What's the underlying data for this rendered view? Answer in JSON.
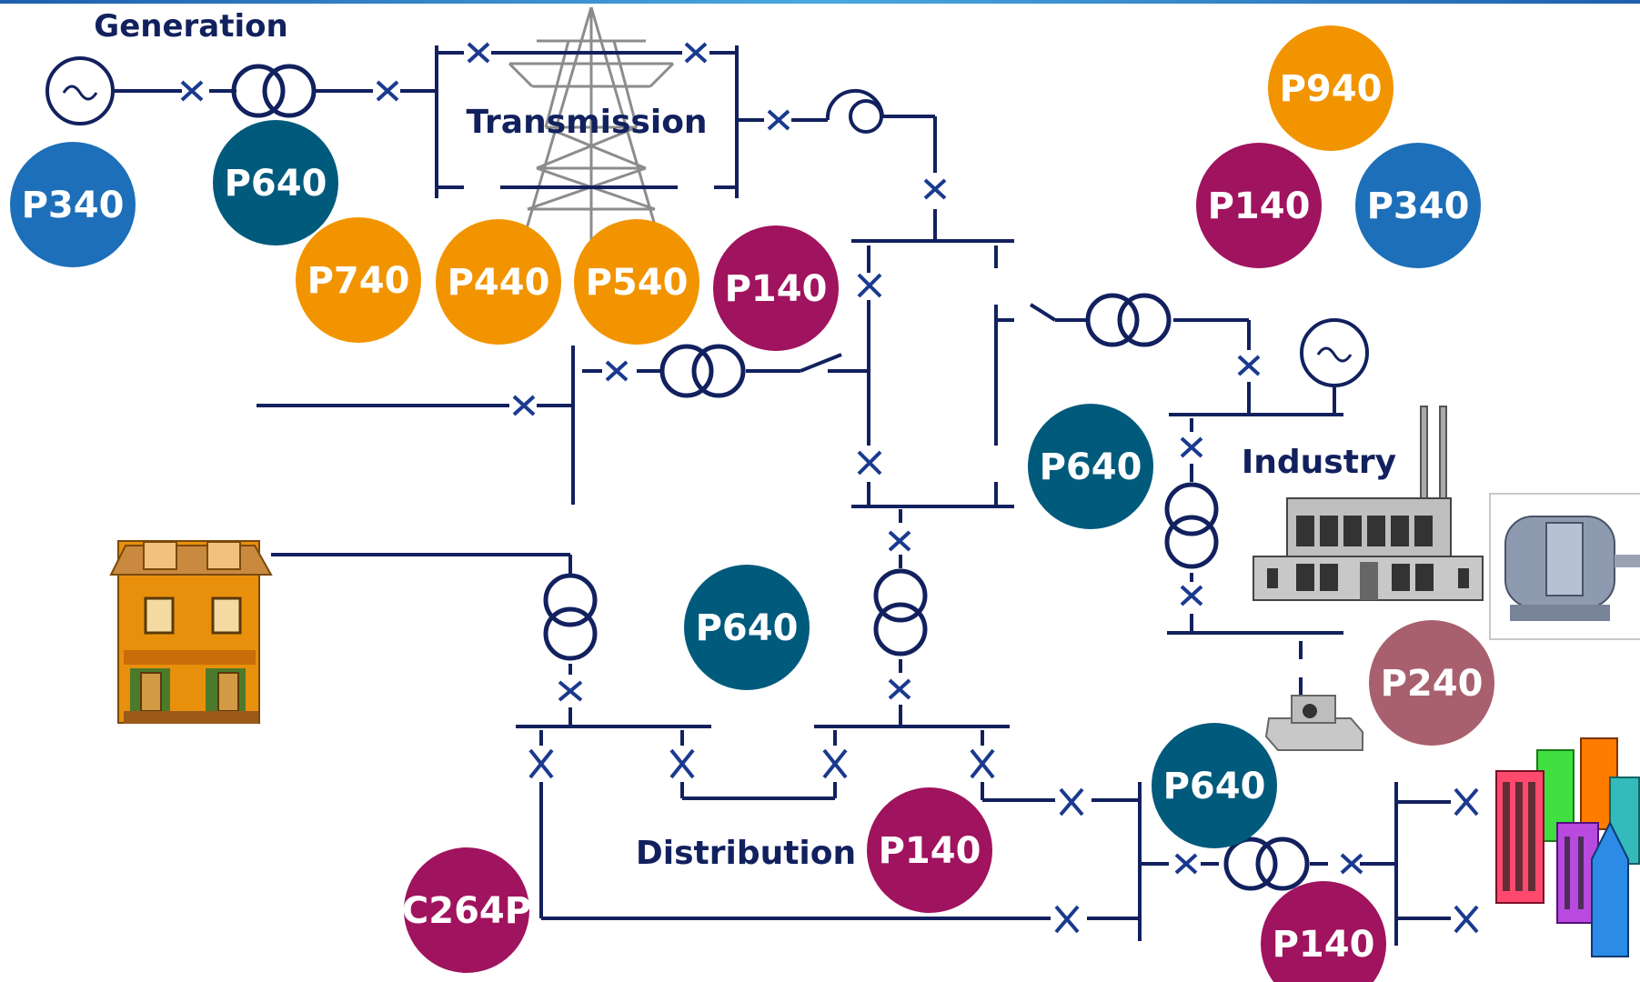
{
  "labels": {
    "generation": "Generation",
    "transmission": "Transmission",
    "industry": "Industry",
    "distribution": "Distribution"
  },
  "colors": {
    "line": "#12215e",
    "breaker": "#1a3a8f",
    "orange": "#f29400",
    "magenta": "#a0135e",
    "teal": "#005a7c",
    "blue": "#1c6fb8",
    "rose": "#a8606e"
  },
  "relays": [
    {
      "label": "P340",
      "color": "blue"
    },
    {
      "label": "P640",
      "color": "teal"
    },
    {
      "label": "P740",
      "color": "orange"
    },
    {
      "label": "P440",
      "color": "orange"
    },
    {
      "label": "P540",
      "color": "orange"
    },
    {
      "label": "P140",
      "color": "magenta"
    },
    {
      "label": "P940",
      "color": "orange"
    },
    {
      "label": "P140",
      "color": "magenta"
    },
    {
      "label": "P340",
      "color": "blue"
    },
    {
      "label": "P640",
      "color": "teal"
    },
    {
      "label": "P640",
      "color": "teal"
    },
    {
      "label": "P240",
      "color": "rose"
    },
    {
      "label": "P640",
      "color": "teal"
    },
    {
      "label": "P140",
      "color": "magenta"
    },
    {
      "label": "C264P",
      "color": "magenta"
    },
    {
      "label": "P140",
      "color": "magenta"
    }
  ],
  "icons": [
    "generator-icon",
    "transformer-icon",
    "circuit-breaker-icon",
    "transmission-tower-icon",
    "reactor-icon",
    "house-icon",
    "factory-icon",
    "motor-icon",
    "city-buildings-icon",
    "bearing-icon"
  ]
}
